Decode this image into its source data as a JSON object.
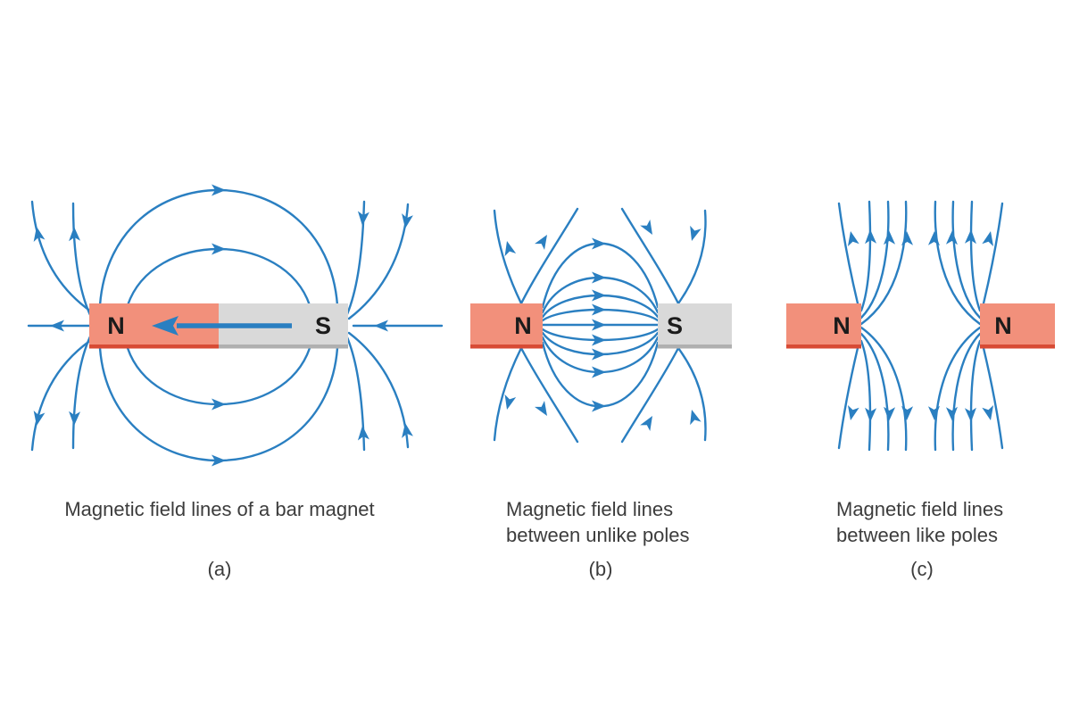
{
  "figure": {
    "panels": [
      {
        "tag": "(a)",
        "caption_line1": "Magnetic field lines of a bar magnet",
        "caption_line2": "",
        "left_pole_label": "N",
        "right_pole_label": "S"
      },
      {
        "tag": "(b)",
        "caption_line1": "Magnetic field lines",
        "caption_line2": "between unlike poles",
        "left_pole_label": "N",
        "right_pole_label": "S"
      },
      {
        "tag": "(c)",
        "caption_line1": "Magnetic field lines",
        "caption_line2": "between like poles",
        "left_pole_label": "N",
        "right_pole_label": "N"
      }
    ]
  },
  "colors": {
    "background": "#ffffff",
    "field_line": "#2a7fc1",
    "north_pole": "#f2907b",
    "north_pole_edge": "#d84b35",
    "south_pole": "#d9d9d9",
    "south_pole_edge": "#b0b0b0",
    "pole_label": "#1b1b1b",
    "caption_text": "#3c3c3c"
  }
}
